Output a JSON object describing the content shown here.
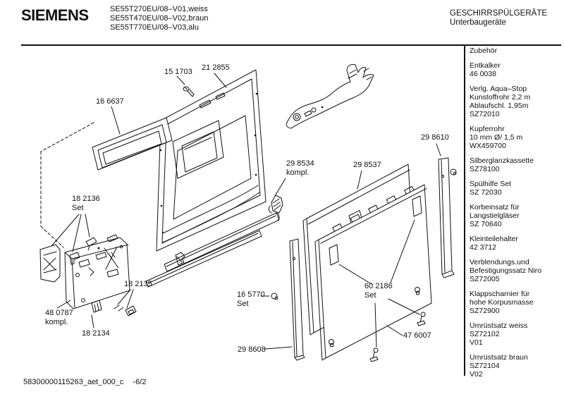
{
  "header": {
    "brand": "SIEMENS",
    "models": "SE55T270EU/08–V01,weiss\nSE55T470EU/08–V02,braun\nSE55T770EU/08–V03,alu",
    "category": "GESCHIRRSPÜLGERÄTE",
    "subcategory": "Unterbaugeräte"
  },
  "sidebar": {
    "title": "Zubehör",
    "items": [
      "Entkalker\n46 0038",
      "Verlg. Aqua–Stop\nKunstoffrohr 2,2 m\nAblaufschl. 1,95m\nSZ72010",
      "Kupferrohr\n10 mm Ø/ 1,5 m\nWX459700",
      "Silberglanzkassette\nSZ78100",
      "Spülhilfe Set\nSZ 72030",
      "Korbeinsatz für\nLangstielgläser\nSZ 70640",
      "Kleinteilehalter\n42 3712",
      "Verblendungs.und\nBefestigungssatz Niro\nSZ72005",
      "Klappscharnier für\nhohe Korpusmasse\nSZ72900",
      "Umrüstsatz weiss\nSZ72102\nV01",
      "Umrüstsatz braun\nSZ72104\nV02"
    ]
  },
  "diagram": {
    "labels": {
      "p15_1703": "15 1703",
      "p21_2855": "21 2855",
      "p16_6637": "16 6637",
      "p29_8610": "29 8610",
      "p29_8534": "29 8534\nkompl.",
      "p29_8537": "29 8537",
      "p18_2136": "18 2136\nSet",
      "p18_2135": "18 2135",
      "p16_5770": "16 5770\nSet",
      "p48_0787": "48 0787\nkompl.",
      "p18_2134": "18 2134",
      "p60_2186": "60 2186\nSet",
      "p47_6007": "47 6007",
      "p29_8608": "29 8608"
    }
  },
  "footer": {
    "doc_number": "58300000115263_aet_000_c",
    "page": "-6/2"
  }
}
